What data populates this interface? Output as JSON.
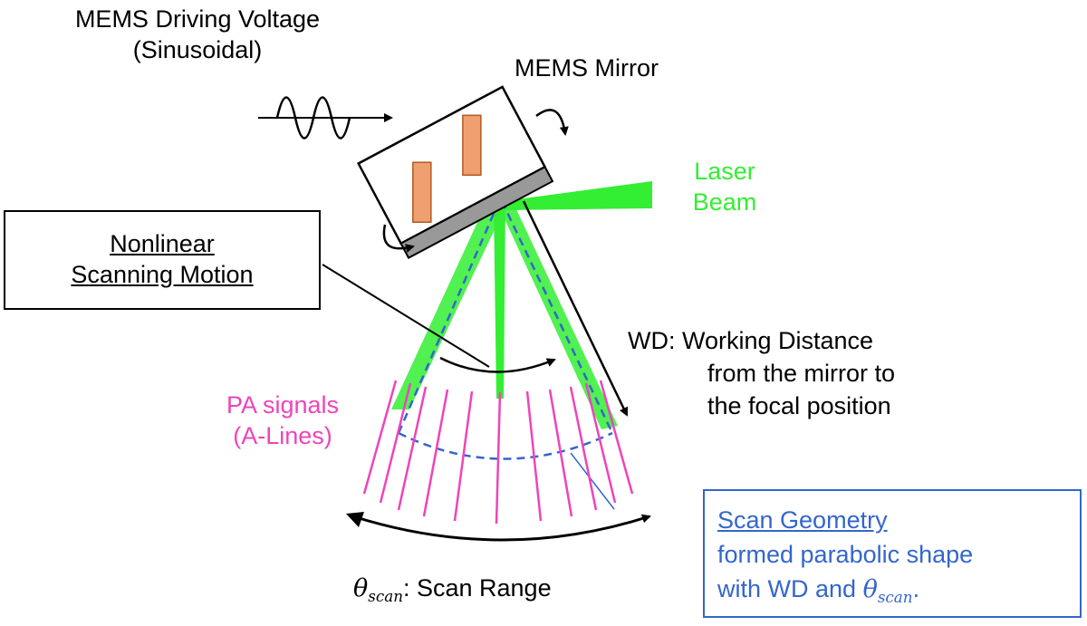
{
  "labels": {
    "driving_voltage_line1": "MEMS Driving Voltage",
    "driving_voltage_line2": "(Sinusoidal)",
    "mems_mirror": "MEMS Mirror",
    "laser_line1": "Laser",
    "laser_line2": "Beam",
    "nonlinear_line1": "Nonlinear",
    "nonlinear_line2": "Scanning Motion",
    "wd_line1": "WD: Working Distance",
    "wd_line2": "from the mirror to",
    "wd_line3": "the focal position",
    "pa_line1": "PA signals",
    "pa_line2": "(A-Lines)",
    "theta_symbol": "θ",
    "theta_sub": "scan",
    "scan_range_text": ": Scan Range",
    "geometry_title": "Scan Geometry",
    "geometry_line2": "formed parabolic shape",
    "geometry_line3_prefix": "with WD and",
    "geometry_line3_suffix": "."
  },
  "colors": {
    "laser": "#33ee33",
    "pa_signal": "#ee44bb",
    "geometry": "#3366cc",
    "mirror_plate": "#999999",
    "actuator": "#f0a070",
    "actuator_edge": "#b05a20"
  }
}
